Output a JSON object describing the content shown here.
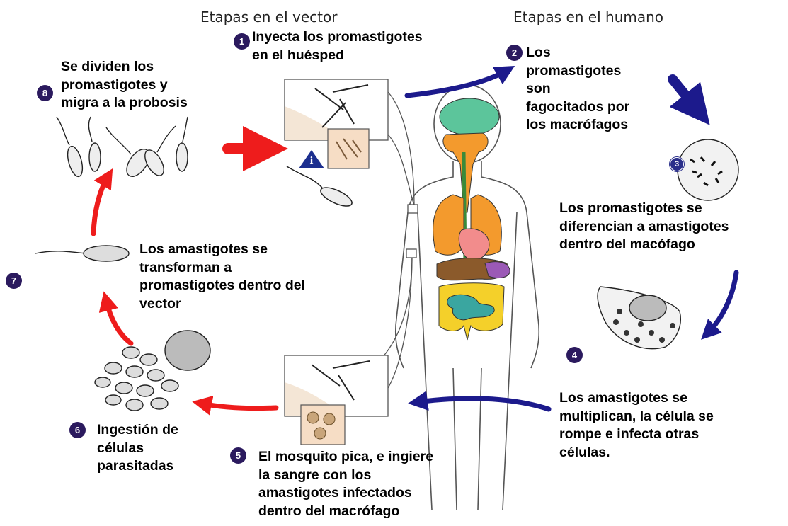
{
  "headers": {
    "vector": "Etapas en el  vector",
    "human": "Etapas en el humano"
  },
  "steps": [
    {
      "num": "1",
      "lines": [
        "Inyecta los promastigotes",
        "en el huésped"
      ]
    },
    {
      "num": "2",
      "lines": [
        "Los",
        "promastigotes",
        "son",
        "fagocitados por",
        "los macrófagos"
      ]
    },
    {
      "num": "3",
      "lines": [
        "Los promastigotes se",
        "diferencian a amastigotes",
        "dentro del macófago"
      ]
    },
    {
      "num": "4",
      "lines": [
        "Los amastigotes se",
        "multiplican, la célula se",
        "rompe e infecta otras",
        "células."
      ]
    },
    {
      "num": "5",
      "lines": [
        "El mosquito pica, e ingiere",
        "la sangre con los",
        "amastigotes infectados",
        "dentro del macrófago"
      ]
    },
    {
      "num": "6",
      "lines": [
        "Ingestión de",
        "células",
        "parasitadas"
      ]
    },
    {
      "num": "7",
      "lines": [
        "Los amastigotes se",
        "transforman a",
        "promastigotes dentro del",
        "vector"
      ]
    },
    {
      "num": "8",
      "lines": [
        "Se dividen los",
        "promastigotes y",
        "migra a la probosis"
      ]
    }
  ],
  "infective_stage_marker": "i",
  "colors": {
    "human_arrows": "#1c1a8c",
    "vector_arrows": "#ee1c1c",
    "badge": "#2b1a5e",
    "brain": "#5cc59b",
    "lungs": "#f39a2d",
    "heart": "#f28c8c",
    "liver": "#8b5a2b",
    "intestine": "#f4d02a",
    "small_intestine": "#3aa6a0"
  }
}
